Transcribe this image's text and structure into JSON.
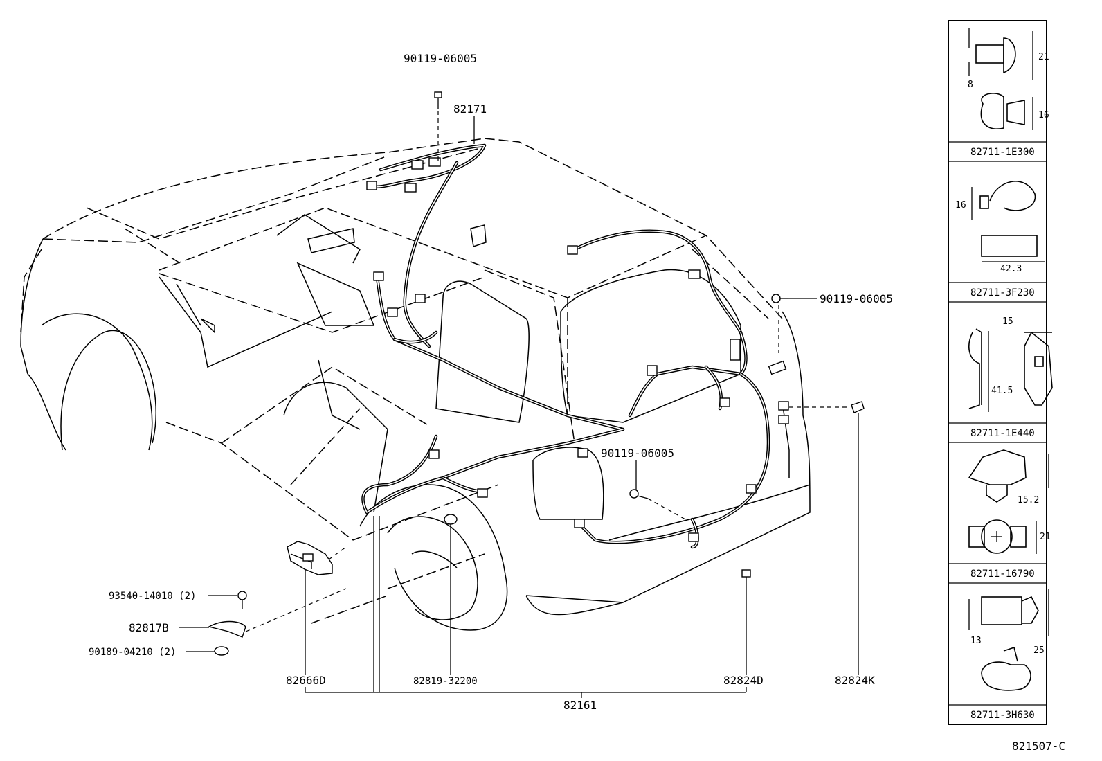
{
  "callouts": {
    "bolt_top": "90119-06005",
    "harness_roof": "82171",
    "bolt_right": "90119-06005",
    "bolt_mid": "90119-06005",
    "screw_left": "93540-14010 (2)",
    "bracket_left": "82817B",
    "nut_left": "90189-04210 (2)",
    "block": "82666D",
    "grommet": "82819-32200",
    "clip_d": "82824D",
    "clip_k": "82824K",
    "harness_main": "82161"
  },
  "clip_panel": {
    "items": [
      {
        "part_no": "82711-1E300",
        "dims": [
          "21",
          "8",
          "16"
        ]
      },
      {
        "part_no": "82711-3F230",
        "dims": [
          "16",
          "42.3"
        ]
      },
      {
        "part_no": "82711-1E440",
        "dims": [
          "15",
          "41.5"
        ]
      },
      {
        "part_no": "82711-16790",
        "dims": [
          "15.2",
          "21"
        ]
      },
      {
        "part_no": "82711-3H630",
        "dims": [
          "13",
          "25"
        ]
      }
    ]
  },
  "figure_id": "821507-C"
}
